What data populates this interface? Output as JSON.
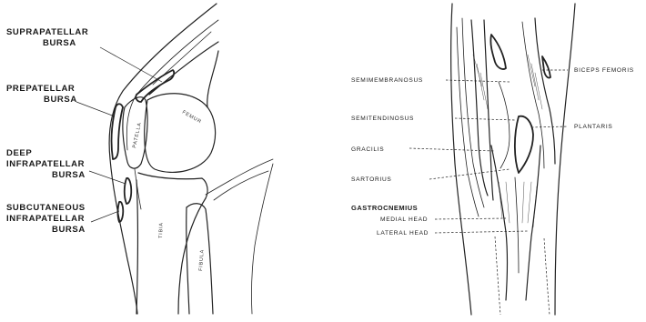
{
  "left_diagram": {
    "labels": {
      "suprapatellar": [
        "SUPRAPATELLAR",
        "BURSA"
      ],
      "prepatellar": [
        "PREPATELLAR",
        "BURSA"
      ],
      "deep_infrapatellar": [
        "DEEP",
        "INFRAPATELLAR",
        "BURSA"
      ],
      "subcutaneous_infrapatellar": [
        "SUBCUTANEOUS",
        "INFRAPATELLAR",
        "BURSA"
      ]
    },
    "bones": {
      "patella": "PATELLA",
      "femur": "FEMUR",
      "tibia": "TIBIA",
      "fibula": "FIBULA"
    }
  },
  "right_diagram": {
    "labels": {
      "semimembranosus": "SEMIMEMBRANOSUS",
      "semitendinosus": "SEMITENDINOSUS",
      "gracilis": "GRACILIS",
      "sartorius": "SARTORIUS",
      "gastrocnemius": "GASTROCNEMIUS",
      "medial_head": "MEDIAL HEAD",
      "lateral_head": "LATERAL HEAD",
      "biceps_femoris": "BICEPS FEMORIS",
      "plantaris": "PLANTARIS"
    }
  }
}
